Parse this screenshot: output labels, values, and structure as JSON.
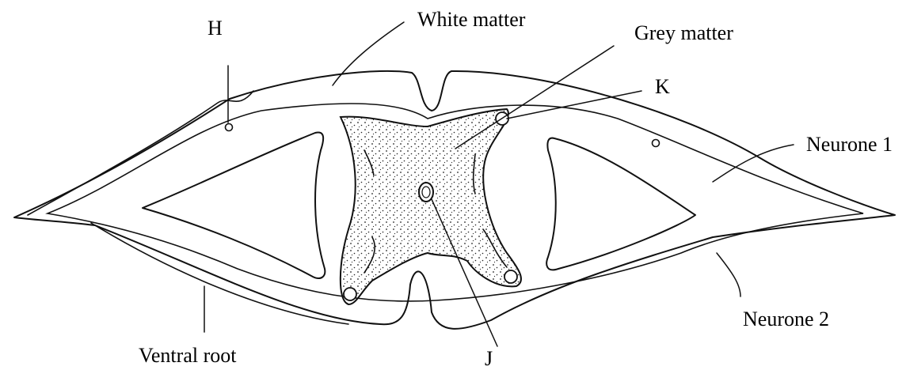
{
  "labels": {
    "h": "H",
    "white_matter": "White matter",
    "grey_matter": "Grey matter",
    "k": "K",
    "neurone_1": "Neurone 1",
    "neurone_2": "Neurone 2",
    "ventral_root": "Ventral root",
    "j": "J"
  }
}
